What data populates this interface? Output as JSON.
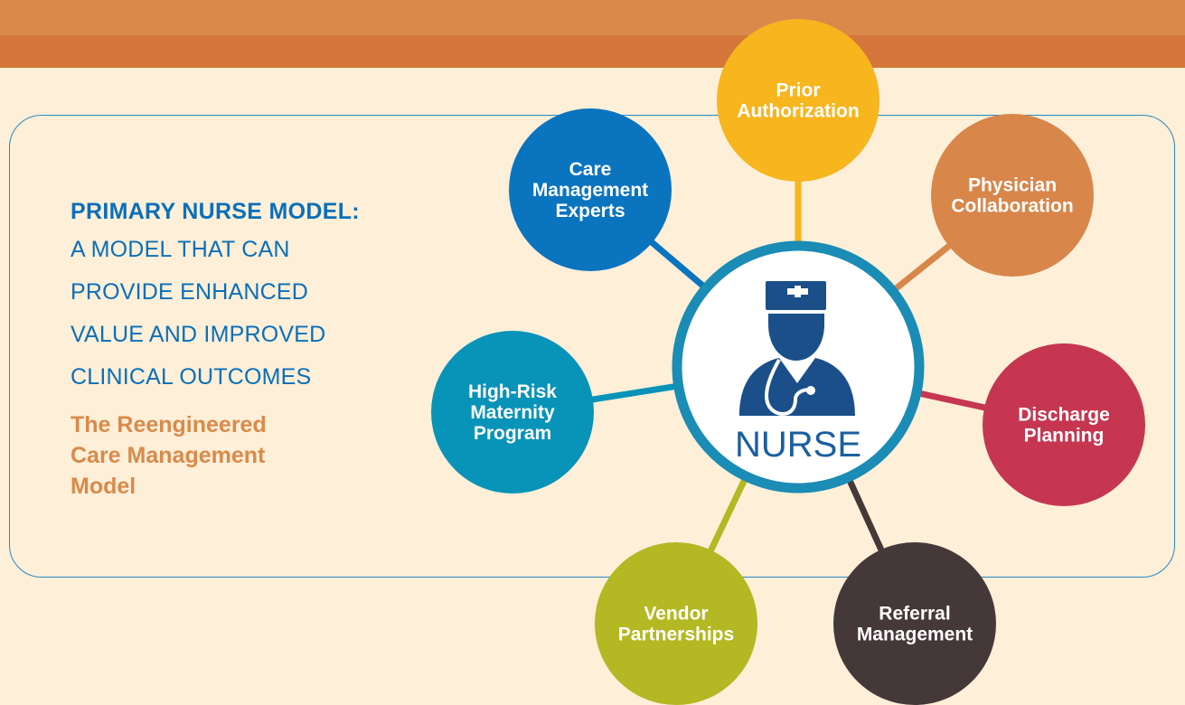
{
  "heading": "PRIMARY NURSE MODEL:",
  "subheading_lines": [
    "A MODEL THAT CAN",
    "PROVIDE ENHANCED",
    "VALUE AND IMPROVED",
    "CLINICAL OUTCOMES"
  ],
  "tagline": "The Reengineered Care Management Model",
  "center": {
    "label": "NURSE",
    "icon": "nurse-icon",
    "ring_color": "#1a8cb5",
    "icon_color": "#1a4f8a"
  },
  "nodes": [
    {
      "id": "prior-authorization",
      "lines": [
        "Prior",
        "Authorization"
      ],
      "color": "#f7b51e"
    },
    {
      "id": "physician-collaboration",
      "lines": [
        "Physician",
        "Collaboration"
      ],
      "color": "#d8864a"
    },
    {
      "id": "discharge-planning",
      "lines": [
        "Discharge",
        "Planning"
      ],
      "color": "#c63650"
    },
    {
      "id": "referral-management",
      "lines": [
        "Referral",
        "Management"
      ],
      "color": "#453838"
    },
    {
      "id": "vendor-partnerships",
      "lines": [
        "Vendor",
        "Partnerships"
      ],
      "color": "#b3b823"
    },
    {
      "id": "high-risk-maternity-program",
      "lines": [
        "High-Risk",
        "Maternity",
        "Program"
      ],
      "color": "#0893b8"
    },
    {
      "id": "care-management-experts",
      "lines": [
        "Care",
        "Management",
        "Experts"
      ],
      "color": "#0a74bf"
    }
  ]
}
